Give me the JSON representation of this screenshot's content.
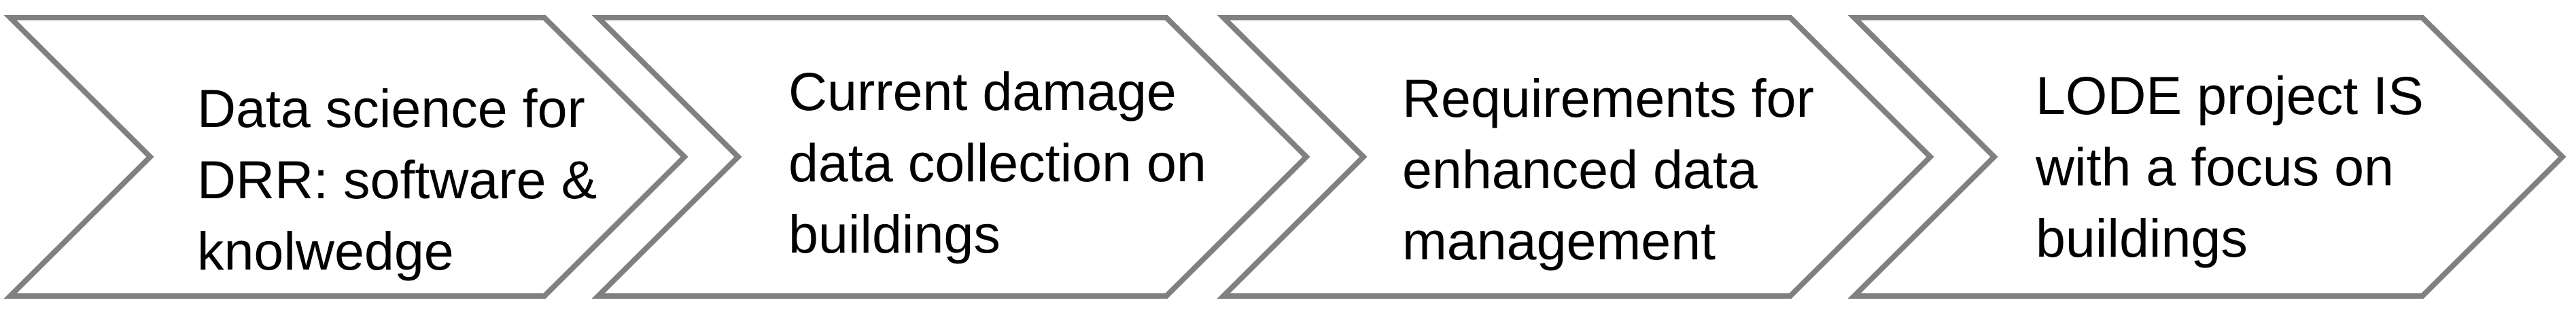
{
  "diagram": {
    "type": "process-flow-chevrons",
    "background_color": "#FFFFFF",
    "shape_fill_color": "#FFFFFF",
    "shape_border_color": "#808080",
    "text_color": "#000000",
    "steps": [
      {
        "label": "Data science for\nDRR: software &\nknolwedge"
      },
      {
        "label": "Current damage\ndata collection on\nbuildings"
      },
      {
        "label": "Requirements for\nenhanced data\nmanagement"
      },
      {
        "label": "LODE project IS\nwith a focus on\nbuildings"
      }
    ]
  }
}
